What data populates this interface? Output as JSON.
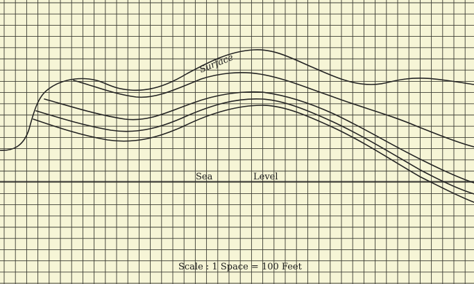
{
  "figure": {
    "surface_label": "Surface",
    "sea_label_word1": "Sea",
    "sea_label_word2": "Level",
    "scale_label": "Scale : 1 Space = 100 Feet"
  },
  "colors": {
    "paper": "#f6f5d6",
    "grid": "#3a3a32",
    "ink": "#222222"
  }
}
